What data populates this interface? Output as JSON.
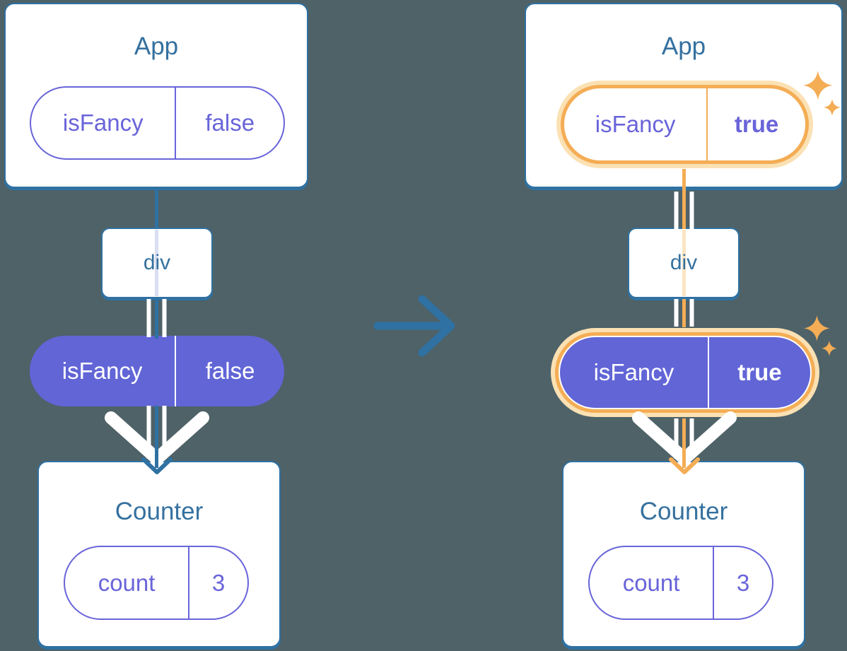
{
  "colors": {
    "bg": "#4e6268",
    "blue": "#2f71a2",
    "title": "#35719f",
    "purple": "#6964d9",
    "purple-fill": "#6165d6",
    "pale-blue": "#d9def2",
    "orange": "#f4ad55",
    "orange-halo": "#fbe1b3",
    "pale-orange": "#fbe5c4"
  },
  "transition_arrow": {
    "direction": "right"
  },
  "left_tree": {
    "app": {
      "title": "App"
    },
    "app_prop": {
      "name": "isFancy",
      "value": "false"
    },
    "div": {
      "title": "div"
    },
    "passed_prop": {
      "name": "isFancy",
      "value": "false"
    },
    "counter": {
      "title": "Counter"
    },
    "counter_state": {
      "name": "count",
      "value": "3"
    }
  },
  "right_tree": {
    "highlighted": true,
    "app": {
      "title": "App"
    },
    "app_prop": {
      "name": "isFancy",
      "value": "true"
    },
    "div": {
      "title": "div"
    },
    "passed_prop": {
      "name": "isFancy",
      "value": "true"
    },
    "counter": {
      "title": "Counter"
    },
    "counter_state": {
      "name": "count",
      "value": "3"
    }
  }
}
